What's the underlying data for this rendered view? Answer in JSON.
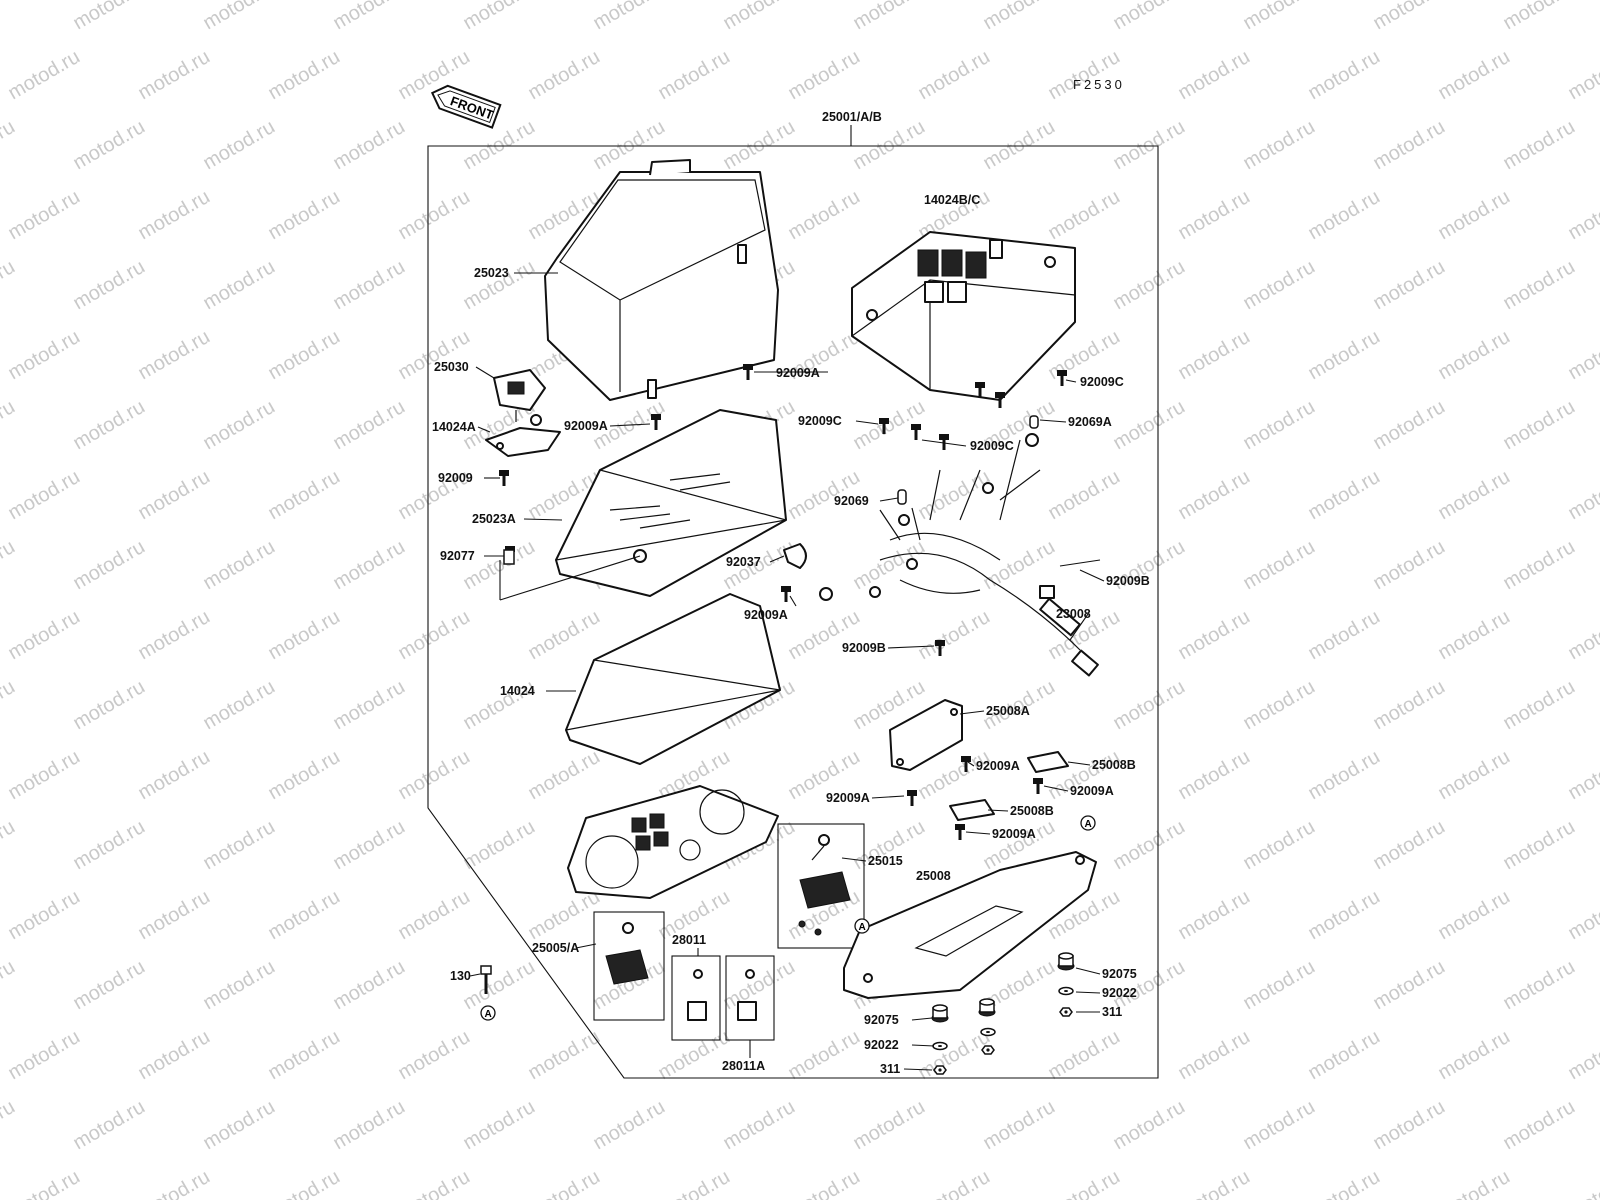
{
  "figure_code": "F2530",
  "front_badge": "FRONT",
  "watermark": "motod.ru",
  "reference_marker": "A",
  "labels": {
    "l_25001": "25001/A/B",
    "l_25023": "25023",
    "l_14024BC": "14024B/C",
    "l_25030": "25030",
    "l_92009A_1": "92009A",
    "l_14024A": "14024A",
    "l_92009A_2": "92009A",
    "l_92009C_1": "92009C",
    "l_92009C_2": "92009C",
    "l_92069A": "92069A",
    "l_92009C_3": "92009C",
    "l_92009": "92009",
    "l_92069": "92069",
    "l_25023A": "25023A",
    "l_92077": "92077",
    "l_92037": "92037",
    "l_92009B_1": "92009B",
    "l_92009A_3": "92009A",
    "l_23008": "23008",
    "l_92009B_2": "92009B",
    "l_14024": "14024",
    "l_25008A": "25008A",
    "l_92009A_4": "92009A",
    "l_25008B_1": "25008B",
    "l_92009A_5": "92009A",
    "l_92009A_6": "92009A",
    "l_25008B_2": "25008B",
    "l_92009A_7": "92009A",
    "l_25015": "25015",
    "l_25008": "25008",
    "l_25005A": "25005/A",
    "l_28011": "28011",
    "l_130": "130",
    "l_92075_1": "92075",
    "l_92022_1": "92022",
    "l_311_1": "311",
    "l_92075_2": "92075",
    "l_92022_2": "92022",
    "l_311_2": "311",
    "l_28011A": "28011A"
  }
}
